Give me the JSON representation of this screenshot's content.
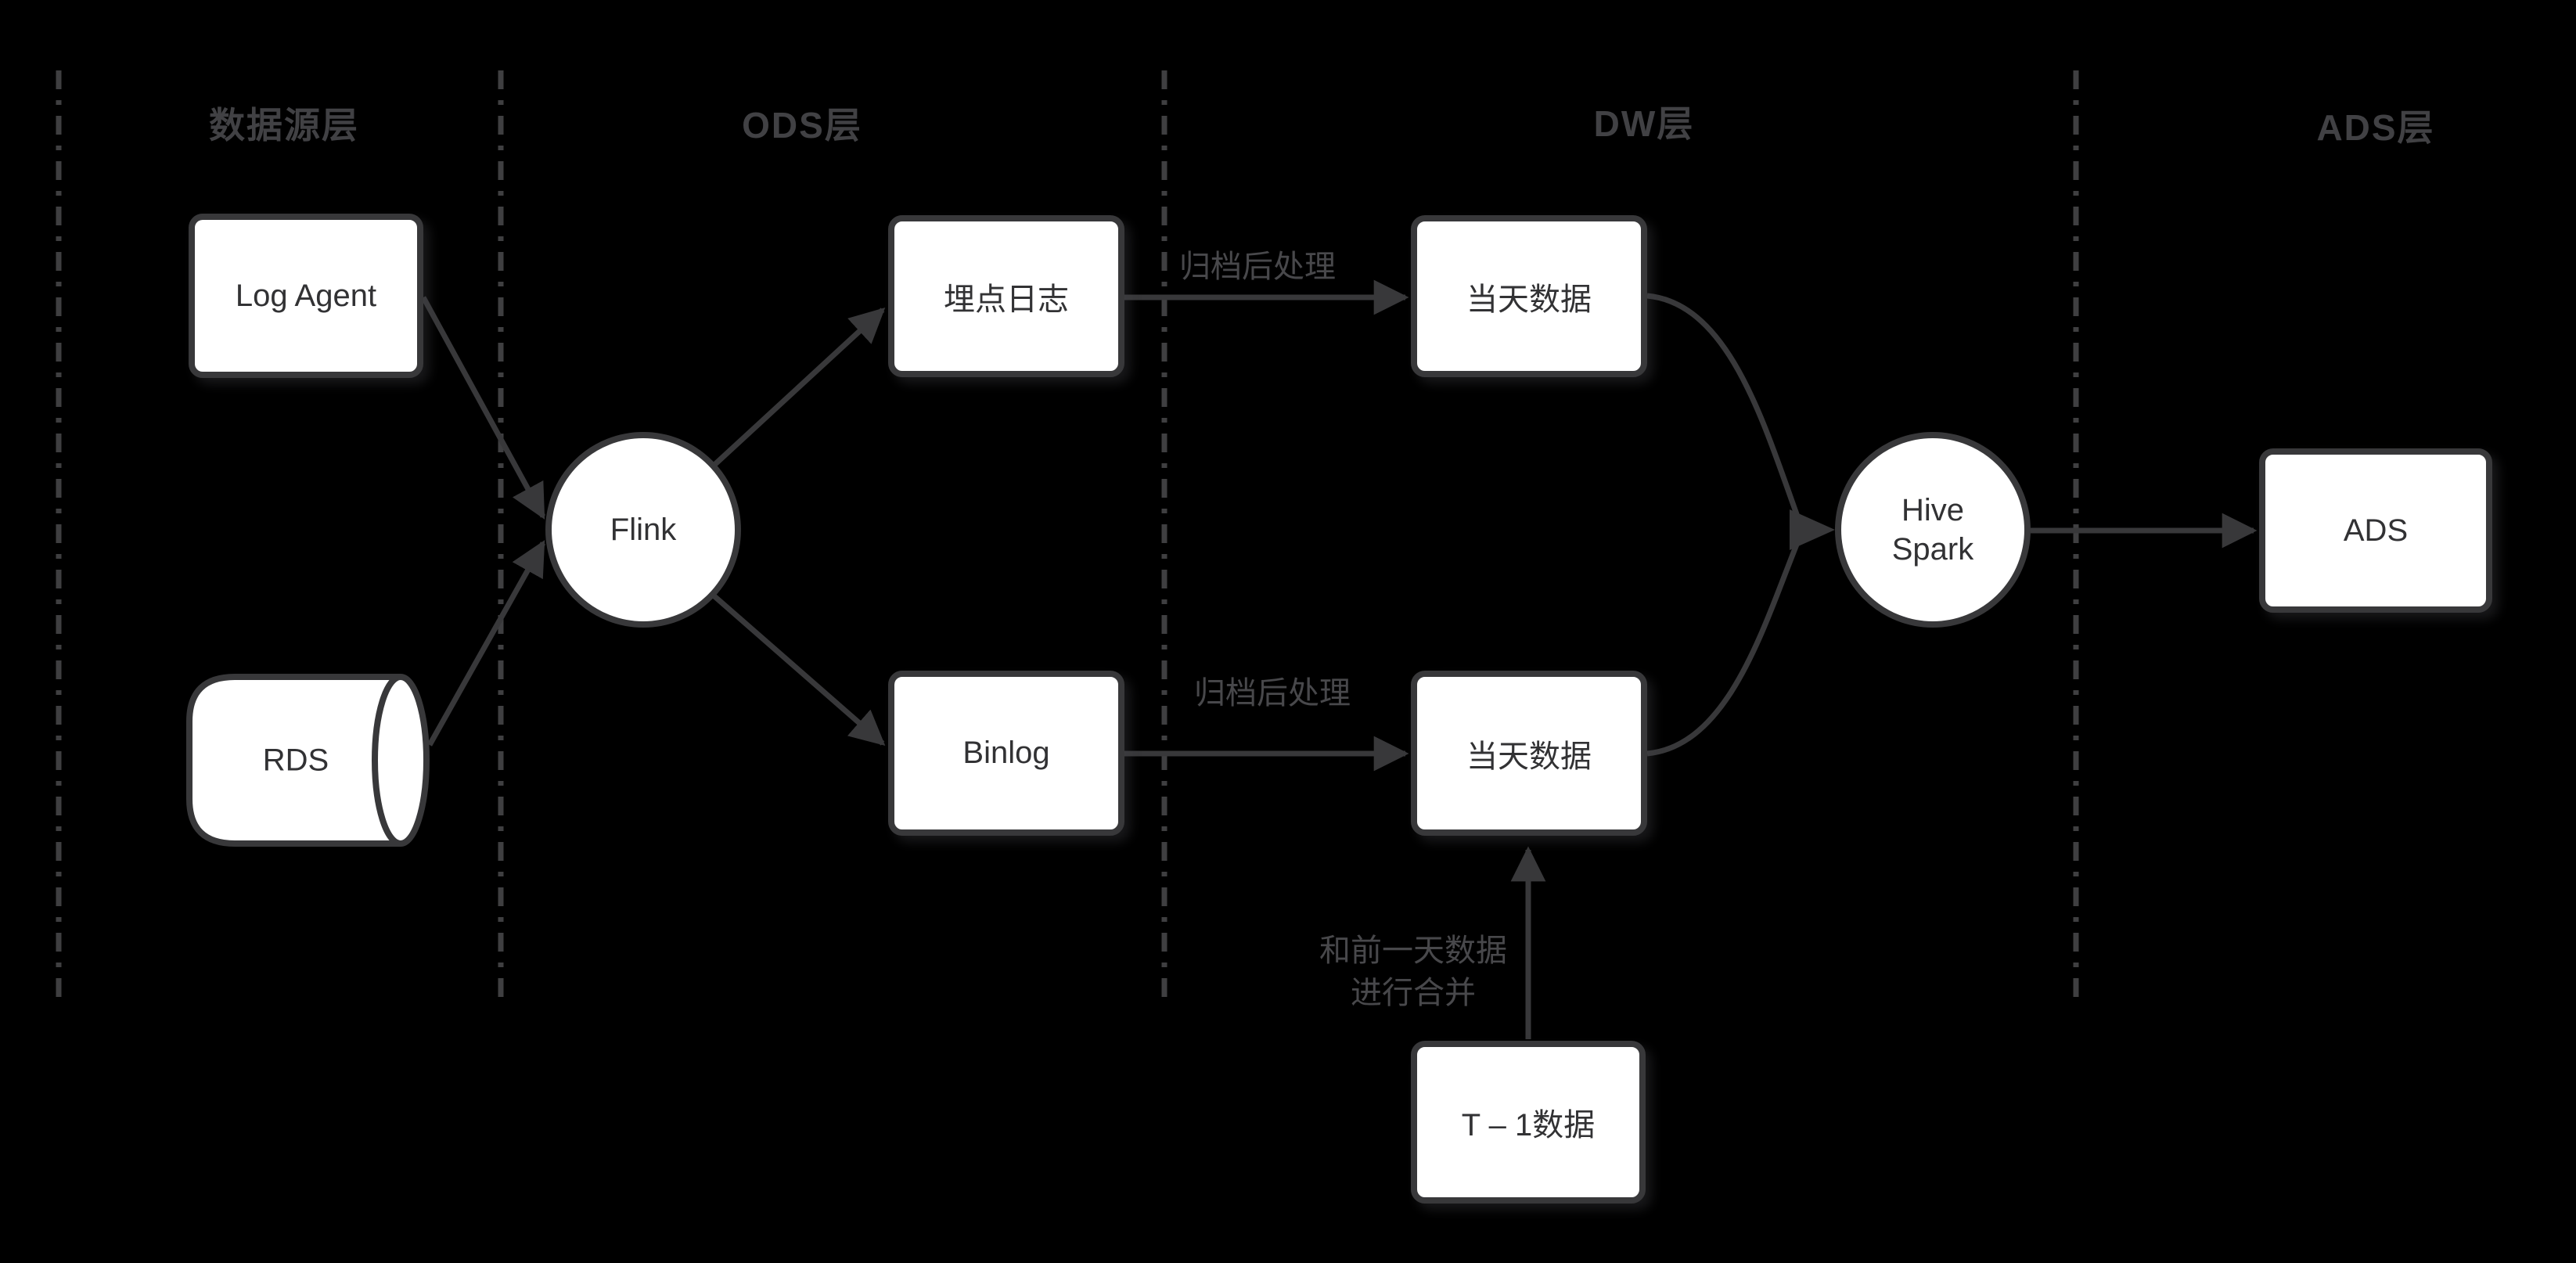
{
  "canvas": {
    "background_color": "#000000",
    "line_color": "#38383a",
    "node_fill_color": "#ffffff",
    "node_text_color": "#323234",
    "header_text_color": "#414144",
    "edge_label_color": "#48484b"
  },
  "layers": [
    {
      "label": "数据源层"
    },
    {
      "label": "ODS层"
    },
    {
      "label": "DW层"
    },
    {
      "label": "ADS层"
    }
  ],
  "nodes": {
    "log_agent": {
      "label": "Log Agent",
      "shape": "rectangle",
      "layer": "数据源层"
    },
    "rds": {
      "label": "RDS",
      "shape": "cylinder",
      "layer": "数据源层"
    },
    "flink": {
      "label": "Flink",
      "shape": "circle",
      "layer": "ODS层"
    },
    "tracking_log": {
      "label": "埋点日志",
      "shape": "rectangle",
      "layer": "ODS层"
    },
    "binlog": {
      "label": "Binlog",
      "shape": "rectangle",
      "layer": "ODS层"
    },
    "today_data_top": {
      "label": "当天数据",
      "shape": "rectangle",
      "layer": "DW层"
    },
    "today_data_bottom": {
      "label": "当天数据",
      "shape": "rectangle",
      "layer": "DW层"
    },
    "t_minus_1_data": {
      "label": "T – 1数据",
      "shape": "rectangle",
      "layer": "DW层"
    },
    "hive_spark": {
      "label": "Hive\nSpark",
      "shape": "circle",
      "layer": "DW层"
    },
    "ads": {
      "label": "ADS",
      "shape": "rectangle",
      "layer": "ADS层"
    }
  },
  "edge_labels": {
    "archive_top": "归档后处理",
    "archive_bottom": "归档后处理",
    "merge": "和前一天数据\n进行合并"
  },
  "edges": [
    {
      "from": "log_agent",
      "to": "flink",
      "label": ""
    },
    {
      "from": "rds",
      "to": "flink",
      "label": ""
    },
    {
      "from": "flink",
      "to": "tracking_log",
      "label": ""
    },
    {
      "from": "flink",
      "to": "binlog",
      "label": ""
    },
    {
      "from": "tracking_log",
      "to": "today_data_top",
      "label": "归档后处理"
    },
    {
      "from": "binlog",
      "to": "today_data_bottom",
      "label": "归档后处理"
    },
    {
      "from": "t_minus_1_data",
      "to": "today_data_bottom",
      "label": "和前一天数据 进行合并"
    },
    {
      "from": "today_data_top",
      "to": "hive_spark",
      "label": ""
    },
    {
      "from": "today_data_bottom",
      "to": "hive_spark",
      "label": ""
    },
    {
      "from": "hive_spark",
      "to": "ads",
      "label": ""
    }
  ]
}
